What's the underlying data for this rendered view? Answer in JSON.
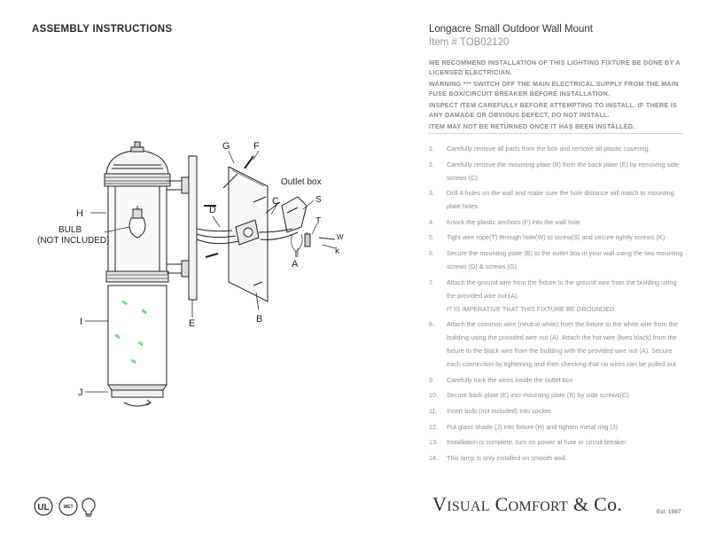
{
  "left": {
    "heading": "ASSEMBLY INSTRUCTIONS",
    "diagram_labels": {
      "g": "G",
      "f": "F",
      "outlet_box": "Outlet box",
      "c": "C",
      "s": "S",
      "d": "D",
      "h": "H",
      "bulb_line1": "BULB",
      "bulb_line2": "(NOT INCLUDED)",
      "t": "T",
      "w": "W",
      "k": "k",
      "a": "A",
      "i": "I",
      "e": "E",
      "b": "B",
      "j": "J"
    },
    "certifications": [
      "UL",
      "WET"
    ]
  },
  "right": {
    "title": "Longacre Small Outdoor Wall Mount",
    "item_number": "Item # TOB02120",
    "warnings": [
      "WE RECOMMEND INSTALLATION OF THIS LIGHTING FIXTURE BE DONE BY A LICENSED ELECTRICIAN.",
      "WARNING *** SWITCH OFF THE MAIN ELECTRICAL SUPPLY FROM THE MAIN FUSE BOX/CIRCUIT BREAKER BEFORE INSTALLATION.",
      "INSPECT ITEM CAREFULLY BEFORE ATTEMPTING TO INSTALL. IF THERE IS ANY DAMAGE OR OBVIOUS DEFECT, DO NOT INSTALL.",
      "ITEM MAY NOT BE RETURNED ONCE IT HAS BEEN INSTALLED."
    ],
    "steps": [
      {
        "num": "1.",
        "text": "Carefully remove all parts from the box and remove all plastic covering.",
        "note": ""
      },
      {
        "num": "2.",
        "text": "Carefully remove the mounting plate (B) from the back plate (E) by removing side screws (C).",
        "note": ""
      },
      {
        "num": "3.",
        "text": "Drill 4 holes on the wall and make sure the hole distance will match to mounting plate holes",
        "note": ""
      },
      {
        "num": "4.",
        "text": "Knock the plastic anchors (F) into the wall hole",
        "note": ""
      },
      {
        "num": "5.",
        "text": "Tight wire rope(T) through hole(W) to screw(S) and secure tightly screws (K)",
        "note": ""
      },
      {
        "num": "6.",
        "text": "Secure the mounting plate (B) to the outlet box in your wall using the two mounting screws (D) & screws (G)",
        "note": ""
      },
      {
        "num": "7.",
        "text": "Attach the ground wire from the fixture to the ground wire from the building using the provided wire nut (A).",
        "note": "IT IS IMPERATIVE THAT THIS FIXTURE BE GROUNDED"
      },
      {
        "num": "8.",
        "text": "Attach the common wire (neutral white) from the fixture to the white wire from the building using the provided wire nut (A). Attach the hot wire (lives black) from the fixture to the black wire from the building with the provided wire nut (A). Secure each connection by tightening and then checking that no wires can be pulled out.",
        "note": ""
      },
      {
        "num": "9.",
        "text": "Carefully tuck the wires inside the outlet box",
        "note": ""
      },
      {
        "num": "10.",
        "text": "Secure back plate (E) into mounting plate (B) by side screws(C).",
        "note": ""
      },
      {
        "num": "11.",
        "text": "Insert bulb (not included) into socket.",
        "note": ""
      },
      {
        "num": "12.",
        "text": "Put glass shade (J) into fixture (H) and tighten metal ring (J)",
        "note": ""
      },
      {
        "num": "13.",
        "text": "Installation is complete, turn on power at fuse or circuit breaker",
        "note": ""
      },
      {
        "num": "14.",
        "text": "This lamp is only installed on smooth wall.",
        "note": ""
      }
    ]
  },
  "brand": {
    "v": "V",
    "isual": "ISUAL",
    "c": "C",
    "omfort": "OMFORT",
    "amp_co": " & Co.",
    "est": "Est. 1987"
  },
  "colors": {
    "text": "#333333",
    "muted": "#8f8f8f",
    "glass_dots": "#4fd46a"
  }
}
